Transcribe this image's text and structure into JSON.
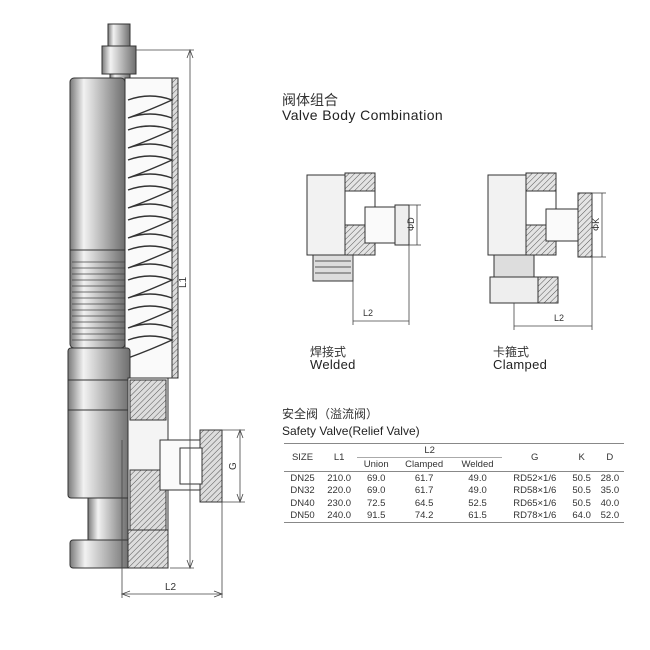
{
  "heading": {
    "title_cn": "阀体组合",
    "title_en": "Valve Body Combination"
  },
  "variants": {
    "welded": {
      "label_cn": "焊接式",
      "label_en": "Welded",
      "dim_label": "ΦD",
      "l2_label": "L2"
    },
    "clamped": {
      "label_cn": "卡箍式",
      "label_en": "Clamped",
      "dim_label": "ΦK",
      "l2_label": "L2"
    }
  },
  "main_drawing": {
    "l1_label": "L1",
    "l2_label": "L2",
    "g_label": "G"
  },
  "spec_table": {
    "title_cn": "安全阀（溢流阀）",
    "title_en": "Safety Valve(Relief Valve)",
    "headers": {
      "size": "SIZE",
      "l1": "L1",
      "l2": "L2",
      "union": "Union",
      "clamped": "Clamped",
      "welded": "Welded",
      "g": "G",
      "k": "K",
      "d": "D"
    },
    "rows": [
      [
        "DN25",
        "210.0",
        "69.0",
        "61.7",
        "49.0",
        "RD52×1/6",
        "50.5",
        "28.0"
      ],
      [
        "DN32",
        "220.0",
        "69.0",
        "61.7",
        "49.0",
        "RD58×1/6",
        "50.5",
        "35.0"
      ],
      [
        "DN40",
        "230.0",
        "72.5",
        "64.5",
        "52.5",
        "RD65×1/6",
        "50.5",
        "40.0"
      ],
      [
        "DN50",
        "240.0",
        "91.5",
        "74.2",
        "61.5",
        "RD78×1/6",
        "64.0",
        "52.0"
      ]
    ]
  }
}
